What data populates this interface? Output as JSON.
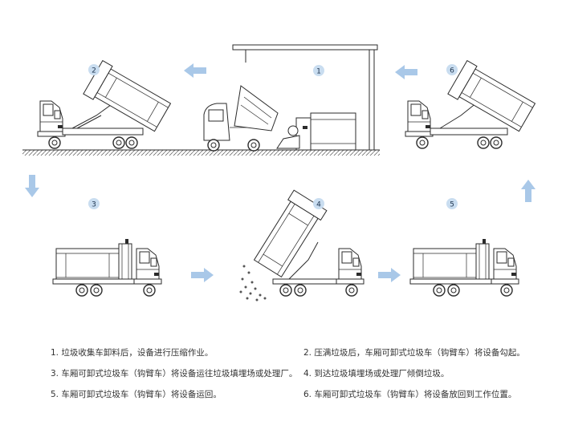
{
  "steps": [
    {
      "number": "1",
      "caption": "1. 垃圾收集车卸料后，设备进行压缩作业。"
    },
    {
      "number": "2",
      "caption": "2. 压满垃圾后，车厢可卸式垃圾车（钩臂车）将设备勾起。"
    },
    {
      "number": "3",
      "caption": "3. 车厢可卸式垃圾车（钩臂车）将设备运往垃圾填埋场或处理厂。"
    },
    {
      "number": "4",
      "caption": "4. 到达垃圾填埋场或处理厂倾倒垃圾。"
    },
    {
      "number": "5",
      "caption": "5. 车厢可卸式垃圾车（钩臂车）将设备运回。"
    },
    {
      "number": "6",
      "caption": "6. 车厢可卸式垃圾车（钩臂车）将设备放回到工作位置。"
    }
  ],
  "colors": {
    "badge_fill": "#c9ddf0",
    "badge_text": "#1f3550",
    "arrow": "#a9c8e8",
    "line": "#2b2b2b",
    "caption_text": "#333333"
  }
}
